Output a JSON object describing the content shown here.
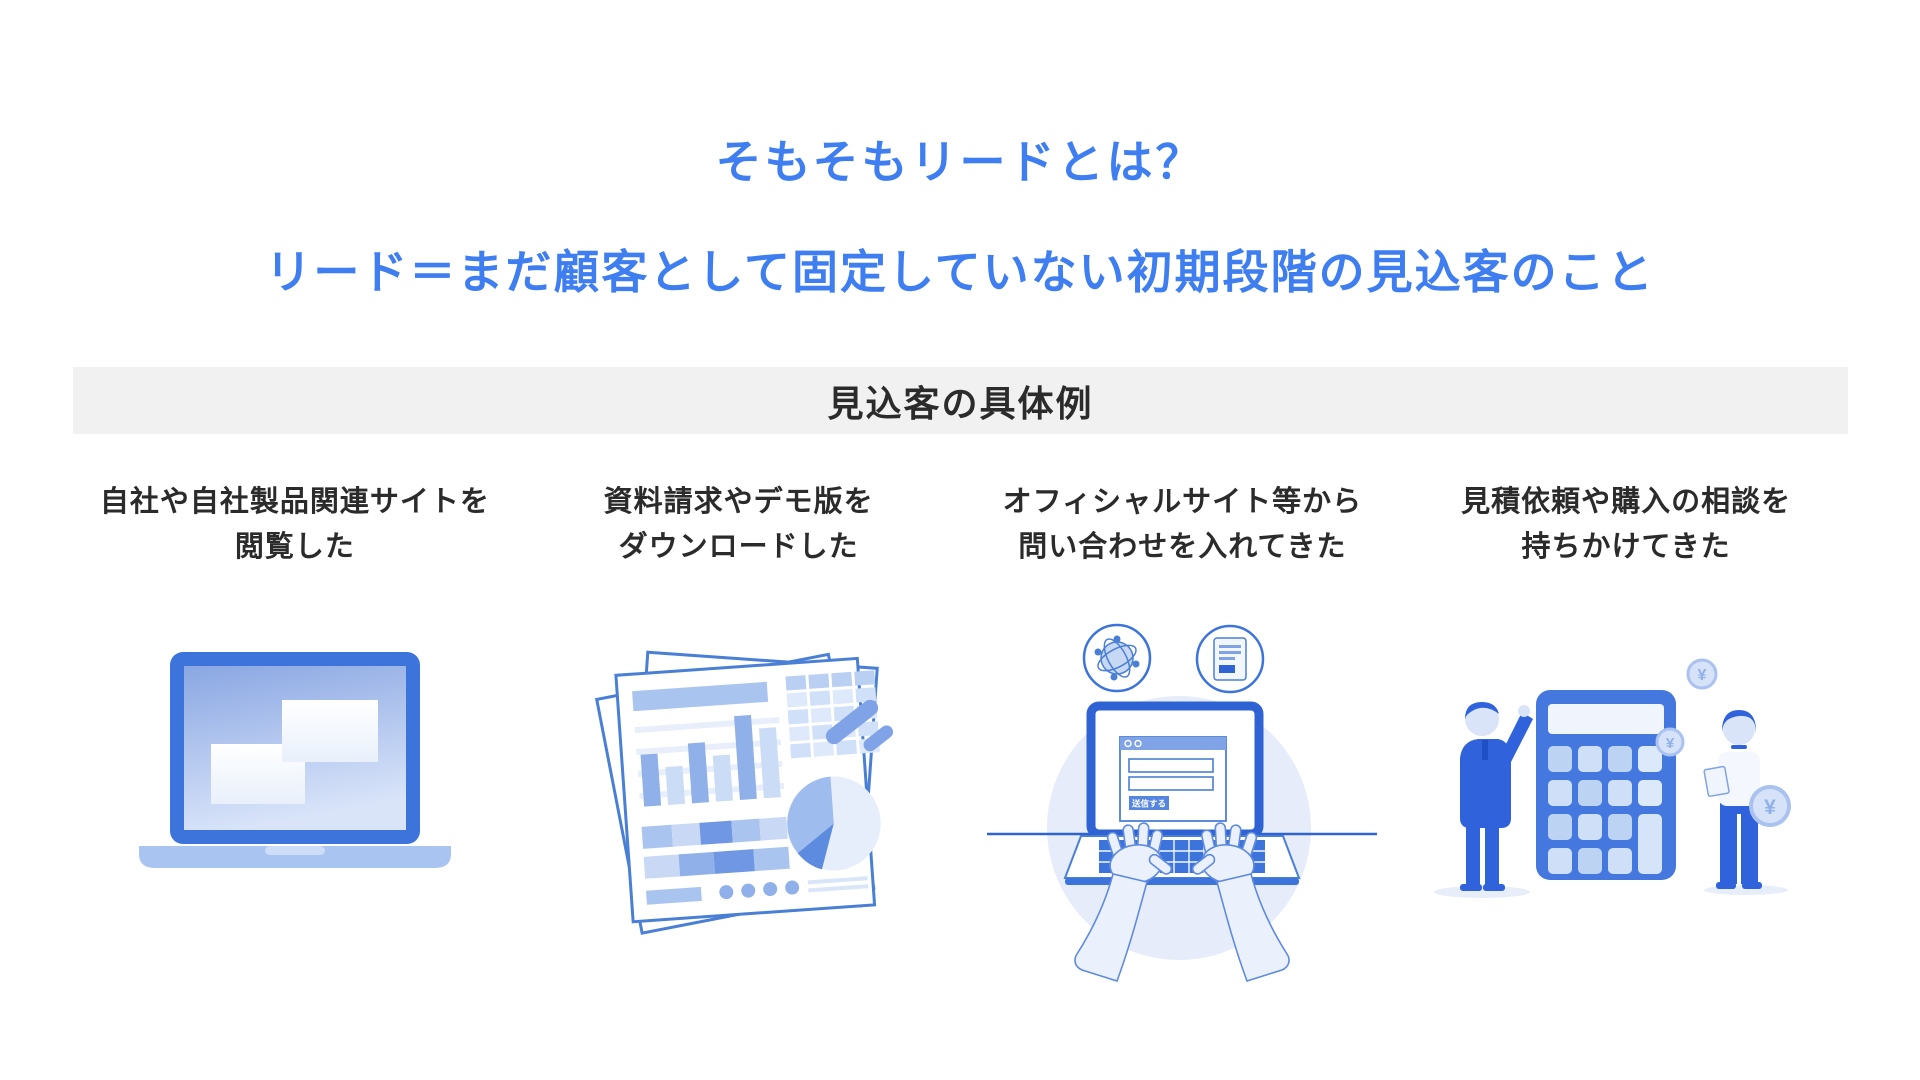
{
  "header": {
    "title": "そもそもリードとは？",
    "subtitle": "リード＝まだ顧客として固定していない初期段階の見込客のこと"
  },
  "section": {
    "title": "見込客の具体例"
  },
  "examples": [
    {
      "line1": "自社や自社製品関連サイトを",
      "line2": "閲覧した",
      "illustration": "laptop-browsing"
    },
    {
      "line1": "資料請求やデモ版を",
      "line2": "ダウンロードした",
      "illustration": "documents-with-charts"
    },
    {
      "line1": "オフィシャルサイト等から",
      "line2": "問い合わせを入れてきた",
      "illustration": "typing-inquiry-form"
    },
    {
      "line1": "見積依頼や購入の相談を",
      "line2": "持ちかけてきた",
      "illustration": "calculator-consultation"
    }
  ],
  "illus": {
    "submit_label": "送信する",
    "yen": "¥"
  },
  "colors": {
    "accent_blue": "#3e7ef0",
    "text_dark": "#2b2b2b",
    "section_bg": "#f1f1f1",
    "illus_blue": "#3d74dc",
    "illus_deep_blue": "#2f62db",
    "illus_outline": "#4a7fd6",
    "illus_light_fill": "#e6ecfa"
  }
}
